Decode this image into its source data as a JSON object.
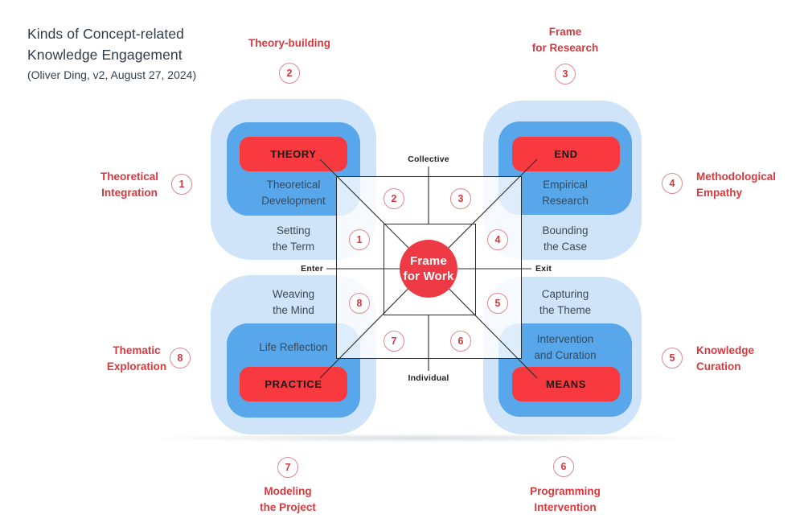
{
  "title": {
    "heading": "Kinds of Concept-related\nKnowledge Engagement",
    "subtitle": "(Oliver Ding, v2, August 27, 2024)"
  },
  "outer_labels": {
    "theory_building": {
      "text": "Theory-building",
      "number": "2"
    },
    "frame_for_research": {
      "text": "Frame\nfor Research",
      "number": "3"
    },
    "theoretical_integration": {
      "text": "Theoretical\nIntegration",
      "number": "1"
    },
    "methodological_empathy": {
      "text": "Methodological\nEmpathy",
      "number": "4"
    },
    "thematic_exploration": {
      "text": "Thematic\nExploration",
      "number": "8"
    },
    "knowledge_curation": {
      "text": "Knowledge\nCuration",
      "number": "5"
    },
    "modeling_the_project": {
      "text": "Modeling\nthe Project",
      "number": "7"
    },
    "programming_intervention": {
      "text": "Programming\nIntervention",
      "number": "6"
    }
  },
  "quadrants": {
    "top_left": {
      "core": "THEORY",
      "mid": "Theoretical\nDevelopment",
      "outer": "Setting\nthe Term"
    },
    "top_right": {
      "core": "END",
      "mid": "Empirical\nResearch",
      "outer": "Bounding\nthe Case"
    },
    "bottom_left": {
      "core": "PRACTICE",
      "mid": "Life Reflection",
      "outer": "Weaving\nthe Mind"
    },
    "bottom_right": {
      "core": "MEANS",
      "mid": "Intervention\nand Curation",
      "outer": "Capturing\nthe Theme"
    }
  },
  "matrix_numbers": {
    "n1": "1",
    "n2": "2",
    "n3": "3",
    "n4": "4",
    "n5": "5",
    "n6": "6",
    "n7": "7",
    "n8": "8"
  },
  "center": {
    "label": "Frame\nfor Work"
  },
  "axes": {
    "top": "Collective",
    "bottom": "Individual",
    "left": "Enter",
    "right": "Exit"
  },
  "colors": {
    "accent_red": "#d9393e",
    "core_box_red": "#f8393f",
    "center_circle_red": "#ee3a44",
    "light_blue": "#cfe4f9",
    "mid_blue": "#58a7ea",
    "text_dark": "#3c4956",
    "line": "#2b2b2b"
  }
}
